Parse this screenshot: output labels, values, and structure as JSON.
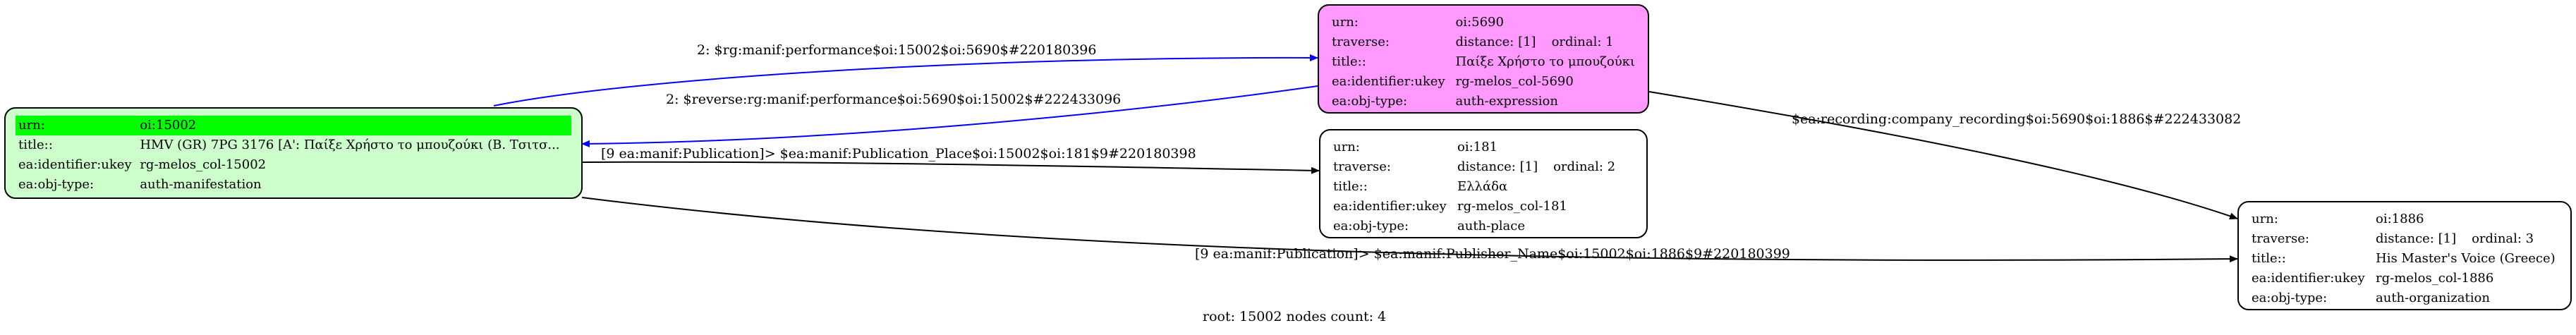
{
  "nodes": {
    "n15002": {
      "color": "#ccffcc",
      "rows": [
        {
          "key": "urn:",
          "value": "oi:15002"
        },
        {
          "key": "title::",
          "value": "HMV (GR) 7PG 3176 [A': Παίξε Χρήστο το μπουζούκι (Β. Τσιτσ..."
        },
        {
          "key": "ea:identifier:ukey",
          "value": "rg-melos_col-15002"
        },
        {
          "key": "ea:obj-type:",
          "value": "auth-manifestation"
        }
      ]
    },
    "n5690": {
      "color": "#ff99ff",
      "rows": [
        {
          "key": "urn:",
          "value": "oi:5690"
        },
        {
          "key": "traverse:",
          "value": "distance: [1]",
          "extra": "ordinal: 1"
        },
        {
          "key": "title::",
          "value": "Παίξε Χρήστο το μπουζούκι"
        },
        {
          "key": "ea:identifier:ukey",
          "value": "rg-melos_col-5690"
        },
        {
          "key": "ea:obj-type:",
          "value": "auth-expression"
        }
      ]
    },
    "n181": {
      "color": "#ffffff",
      "rows": [
        {
          "key": "urn:",
          "value": "oi:181"
        },
        {
          "key": "traverse:",
          "value": "distance: [1]",
          "extra": "ordinal: 2"
        },
        {
          "key": "title::",
          "value": "Ελλάδα"
        },
        {
          "key": "ea:identifier:ukey",
          "value": "rg-melos_col-181"
        },
        {
          "key": "ea:obj-type:",
          "value": "auth-place"
        }
      ]
    },
    "n1886": {
      "color": "#ffffff",
      "rows": [
        {
          "key": "urn:",
          "value": "oi:1886"
        },
        {
          "key": "traverse:",
          "value": "distance: [1]",
          "extra": "ordinal: 3"
        },
        {
          "key": "title::",
          "value": "His Master's Voice (Greece)"
        },
        {
          "key": "ea:identifier:ukey",
          "value": "rg-melos_col-1886"
        },
        {
          "key": "ea:obj-type:",
          "value": "auth-organization"
        }
      ]
    }
  },
  "edges": [
    {
      "label": "2: $rg:manif:performance$oi:15002$oi:5690$#220180396",
      "color": "#0000ff"
    },
    {
      "label": "2: $reverse:rg:manif:performance$oi:5690$oi:15002$#222433096",
      "color": "#0000ff"
    },
    {
      "label": "[9 ea:manif:Publication]> $ea:manif:Publication_Place$oi:15002$oi:181$9#220180398",
      "color": "#000000"
    },
    {
      "label": "[9 ea:manif:Publication]> $ea:manif:Publisher_Name$oi:15002$oi:1886$9#220180399",
      "color": "#000000"
    },
    {
      "label": "$ea:recording:company_recording$oi:5690$oi:1886$#222433082",
      "color": "#000000"
    }
  ],
  "footer": "root: 15002 nodes count: 4"
}
